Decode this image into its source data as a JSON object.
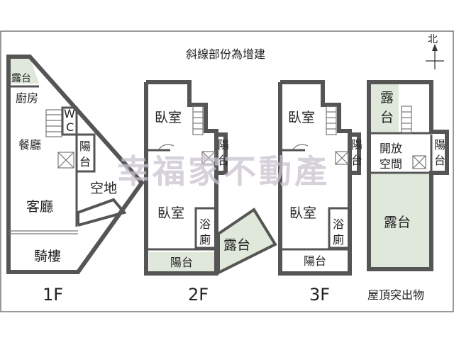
{
  "title": "斜線部份為增建",
  "north": "北",
  "watermark": "幸福家不動產",
  "floors": {
    "f1": {
      "label": "1F",
      "rooms": {
        "balcony": "露台",
        "kitchen": "廚房",
        "wc_w": "W",
        "wc_c": "C",
        "dining": "餐廳",
        "yang": "陽",
        "tai": "台",
        "open_space": "空地",
        "living": "客廳",
        "arcade": "騎樓"
      }
    },
    "f2": {
      "label": "2F",
      "rooms": {
        "bedroom1": "臥室",
        "yang": "陽",
        "tai": "台",
        "bedroom2": "臥室",
        "bath1": "浴",
        "bath2": "廁",
        "terrace": "露台",
        "balcony": "陽台"
      }
    },
    "f3": {
      "label": "3F",
      "rooms": {
        "bedroom1": "臥室",
        "yang": "陽",
        "tai": "台",
        "bedroom2": "臥室",
        "bath1": "浴",
        "bath2": "廁",
        "balcony": "陽台"
      }
    },
    "roof": {
      "label": "屋頂突出物",
      "rooms": {
        "terrace_a": "露",
        "terrace_b": "台",
        "open1": "開放",
        "open2": "空間",
        "yang": "陽",
        "tai": "台",
        "terrace2": "露台"
      }
    }
  }
}
